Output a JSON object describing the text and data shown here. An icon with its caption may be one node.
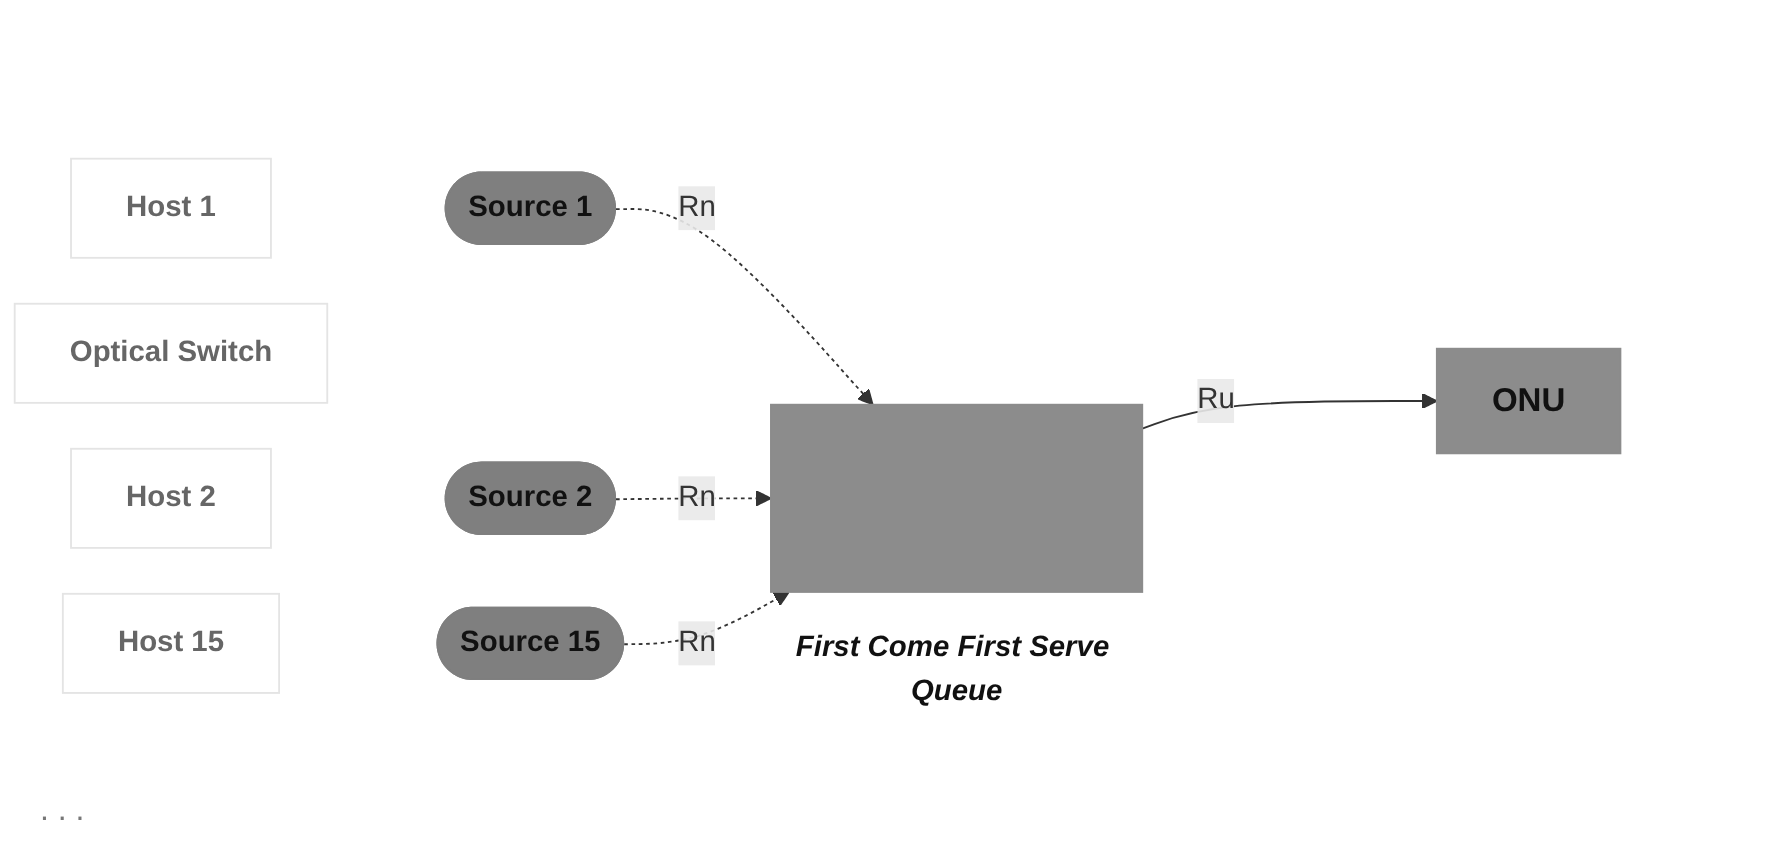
{
  "diagram": {
    "nodes": [
      {
        "text": [
          "Host 1"
        ]
      },
      {
        "text": [
          "Source 1"
        ]
      },
      {
        "text": [
          "Optical Switch"
        ]
      },
      {
        "text": [
          "Host 2"
        ]
      },
      {
        "text": [
          "Source 2"
        ]
      },
      {
        "text": [],
        "shape": "bar",
        "beside": [
          "First Come First Serve Queue"
        ]
      },
      {
        "text": [
          "ONU"
        ]
      },
      {
        "text": [
          "Host 15"
        ]
      },
      {
        "text": [
          "Source 15"
        ]
      }
    ],
    "edges": [
      {
        "from": 1,
        "to": 5,
        "label": "Rn",
        "arrow": "to",
        "style": "dashed"
      },
      {
        "from": 4,
        "to": 5,
        "label": "Rn",
        "arrow": "to",
        "style": "dashed"
      },
      {
        "from": 8,
        "to": 5,
        "label": "Rn",
        "arrow": "to",
        "style": "dashed"
      },
      {
        "from": 5,
        "to": 6,
        "label": "Ru",
        "arrow": "to"
      }
    ],
    "labels": [
      ". . ."
    ]
  }
}
